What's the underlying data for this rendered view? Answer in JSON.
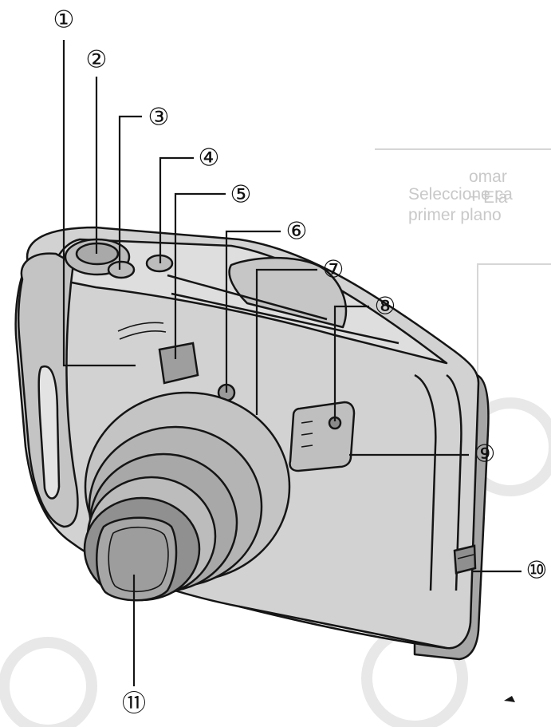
{
  "background_text": [
    "Seleccione ca",
    "primer plano",
    "omar",
    "+ Ela"
  ],
  "callouts": [
    {
      "number": 1,
      "label": "①"
    },
    {
      "number": 2,
      "label": "②"
    },
    {
      "number": 3,
      "label": "③"
    },
    {
      "number": 4,
      "label": "④"
    },
    {
      "number": 5,
      "label": "⑤"
    },
    {
      "number": 6,
      "label": "⑥"
    },
    {
      "number": 7,
      "label": "⑦"
    },
    {
      "number": 8,
      "label": "⑧"
    },
    {
      "number": 9,
      "label": "⑨"
    },
    {
      "number": 10,
      "label": "⑩"
    },
    {
      "number": 11,
      "label": "⑪"
    }
  ],
  "colors": {
    "camera_body": "#d2d2d2",
    "camera_shadow": "#9a9a9a",
    "outline": "#151515",
    "lens_dark": "#8c8c8c",
    "lens_glass": "#a3a3a3",
    "watermark": "#e6e6e6"
  }
}
